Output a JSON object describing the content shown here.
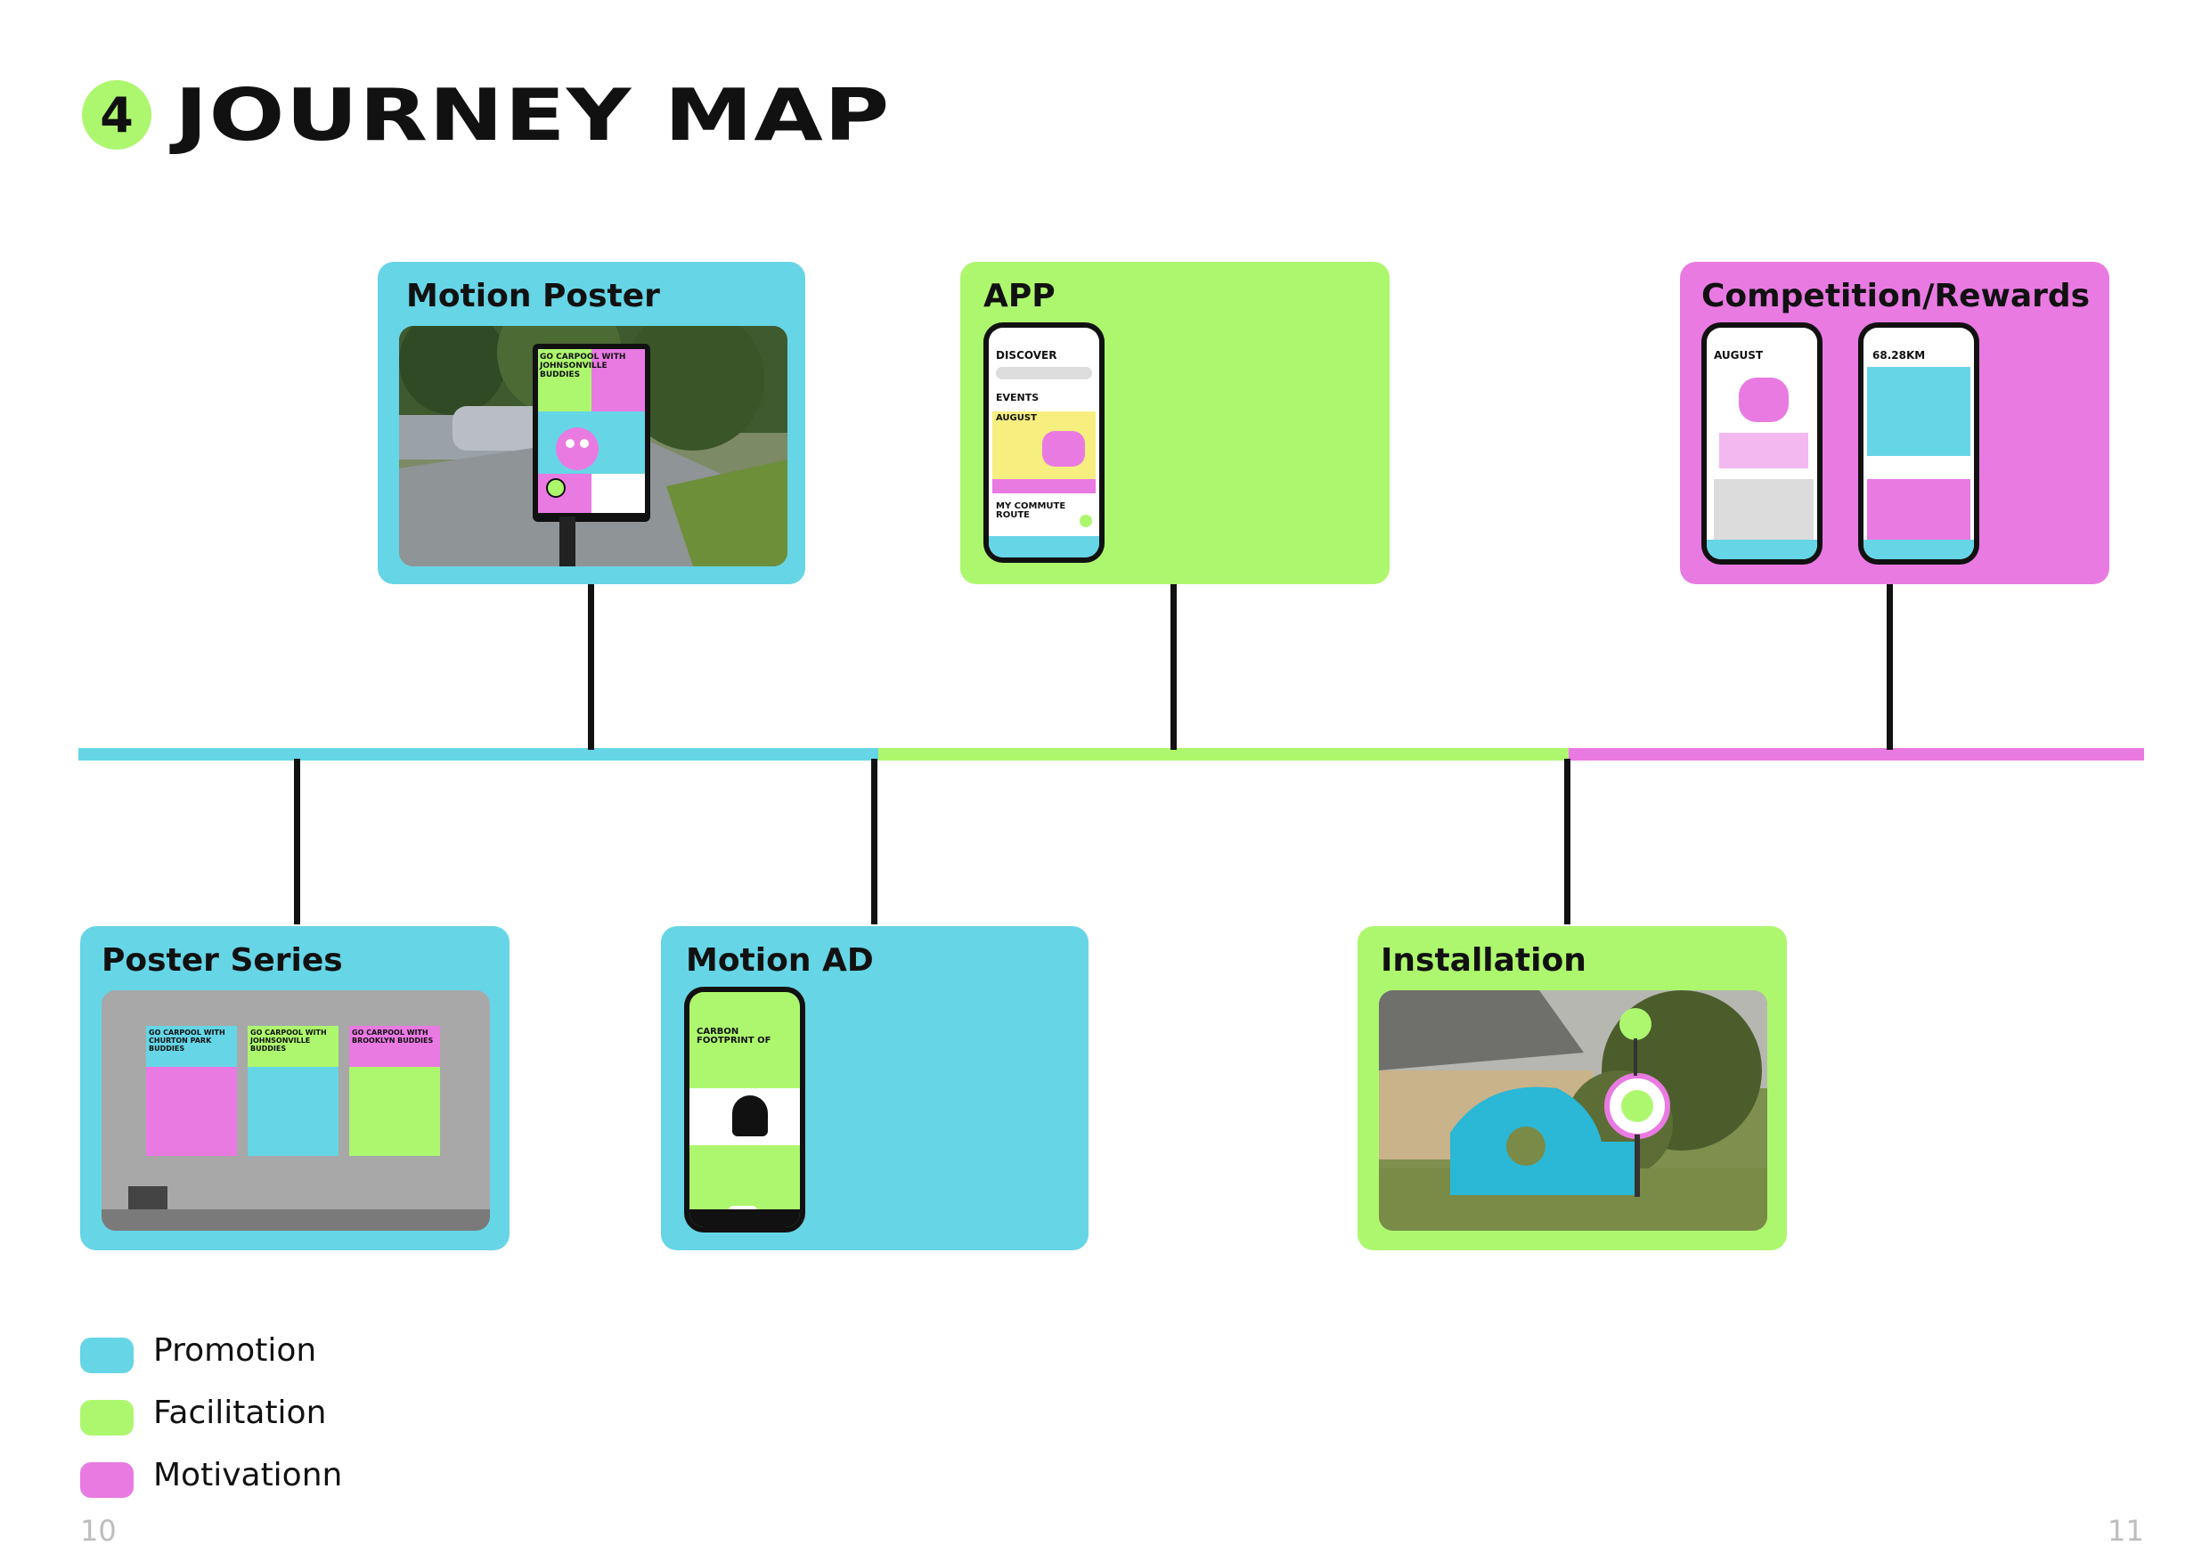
{
  "header": {
    "section_number": "4",
    "title": "JOURNEY MAP"
  },
  "colors": {
    "promotion": "#66d5e6",
    "facilitation": "#adf76e",
    "motivation": "#e97ae2"
  },
  "cards": {
    "motion_poster": {
      "title": "Motion Poster",
      "poster_text": "GO CARPOOL WITH JOHNSONVILLE BUDDIES"
    },
    "app": {
      "title": "APP",
      "screen_discover": "DISCOVER",
      "screen_events": "EVENTS",
      "screen_august": "AUGUST",
      "screen_commute": "MY COMMUTE ROUTE"
    },
    "competition": {
      "title": "Competition/Rewards",
      "screen_august": "AUGUST",
      "screen_km": "68.28KM"
    },
    "poster_series": {
      "title": "Poster Series",
      "poster_1": "GO CARPOOL WITH CHURTON PARK BUDDIES",
      "poster_2": "GO CARPOOL WITH JOHNSONVILLE BUDDIES",
      "poster_3": "GO CARPOOL WITH BROOKLYN BUDDIES"
    },
    "motion_ad": {
      "title": "Motion AD",
      "ad_text": "CARBON FOOTPRINT OF"
    },
    "installation": {
      "title": "Installation"
    }
  },
  "legend": [
    {
      "label": "Promotion",
      "color": "#66d5e6"
    },
    {
      "label": "Facilitation",
      "color": "#adf76e"
    },
    {
      "label": "Motivationn",
      "color": "#e97ae2"
    }
  ],
  "page_numbers": {
    "left": "10",
    "right": "11"
  }
}
